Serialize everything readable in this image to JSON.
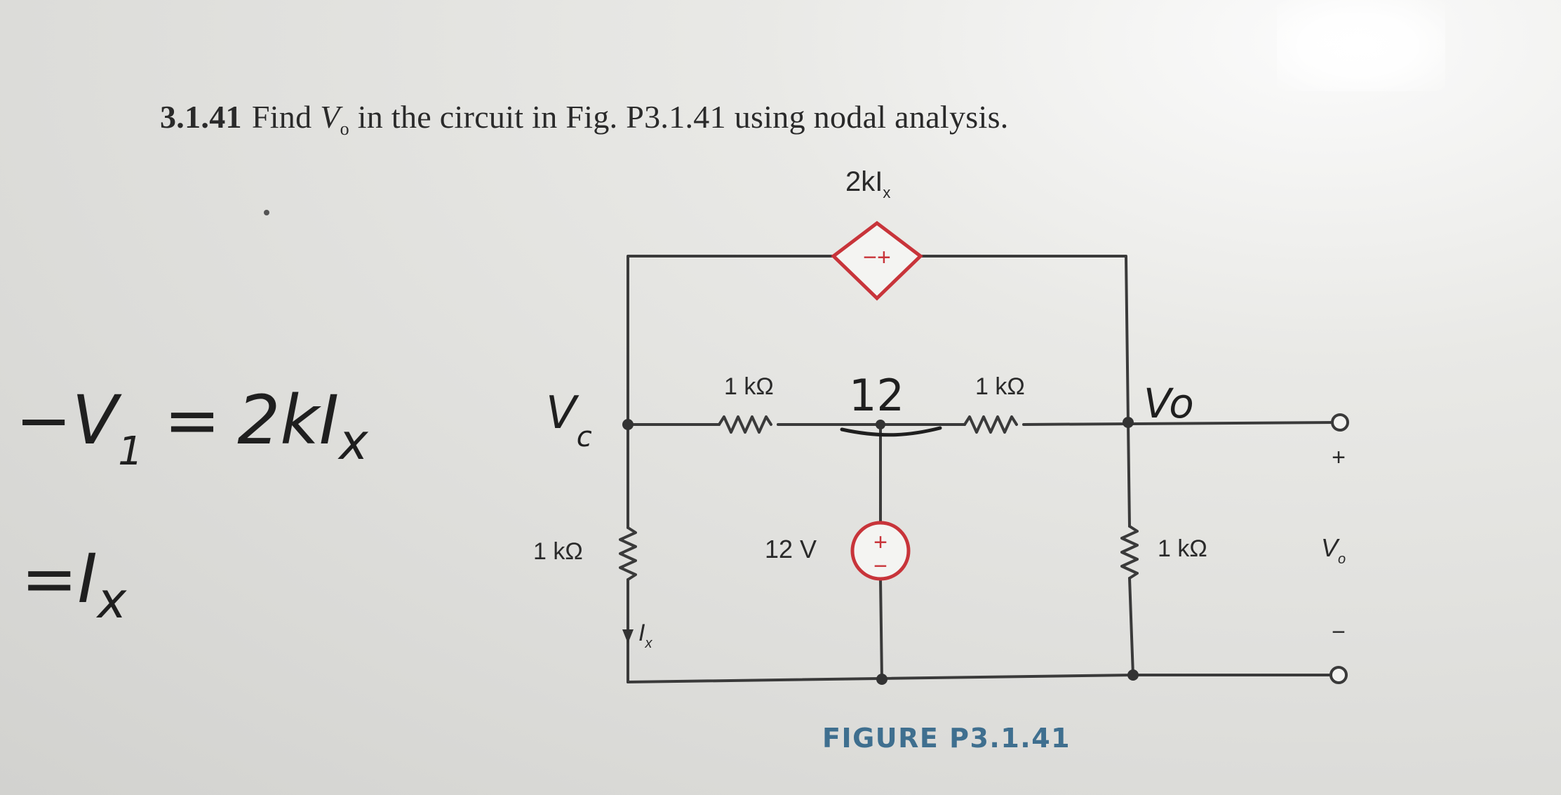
{
  "problem": {
    "number": "3.1.41",
    "text_before": "Find ",
    "var_main": "V",
    "var_sub": "o",
    "text_after": " in the circuit in Fig. P3.1.41 using nodal analysis."
  },
  "circuit": {
    "dep_source_label": "2kI",
    "dep_source_sub": "x",
    "dep_source_signs": "−+",
    "r_top_left": "1 kΩ",
    "r_top_right": "1 kΩ",
    "r_left": "1 kΩ",
    "r_right": "1 kΩ",
    "v_source": "12 V",
    "v_source_plus": "+",
    "v_source_minus": "−",
    "current_label": "I",
    "current_sub": "x",
    "output_label": "V",
    "output_sub": "o",
    "output_plus": "+",
    "output_minus": "−"
  },
  "handwriting": {
    "node_c": "V",
    "node_c_sub": "c",
    "node_12": "12",
    "node_o": "Vo",
    "eq1_lhs": "−V",
    "eq1_sub": "1",
    "eq1_eq": "=",
    "eq1_rhs": "2kI",
    "eq1_rhs_sub": "x",
    "eq2": "=I",
    "eq2_sub": "x"
  },
  "caption": "FIGURE P3.1.41",
  "colors": {
    "wire": "#3a3a3a",
    "source": "#c8343a",
    "caption": "#3f6f8f",
    "ink": "#1f1f1f"
  }
}
